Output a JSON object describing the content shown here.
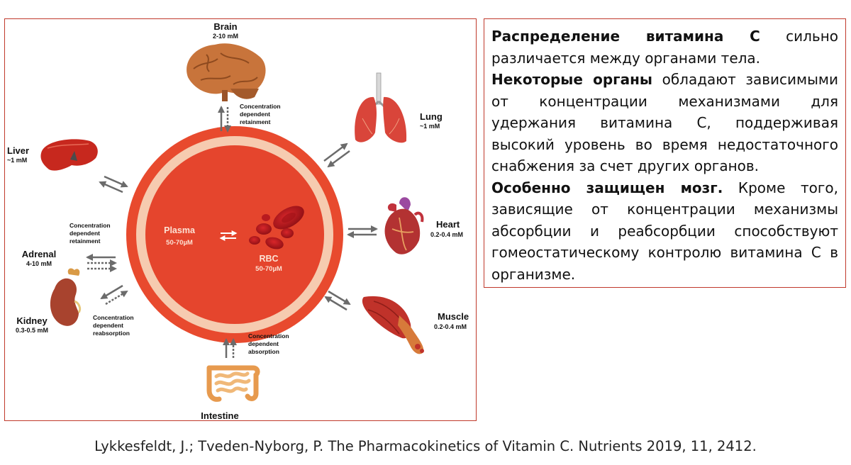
{
  "figure": {
    "labels": {
      "brain": {
        "name": "Brain",
        "conc": "2-10 mM"
      },
      "lung": {
        "name": "Lung",
        "conc": "~1 mM"
      },
      "liver": {
        "name": "Liver",
        "conc": "~1 mM"
      },
      "heart": {
        "name": "Heart",
        "conc": "0.2-0.4 mM"
      },
      "adrenal": {
        "name": "Adrenal",
        "conc": "4-10 mM"
      },
      "kidney": {
        "name": "Kidney",
        "conc": "0.3-0.5 mM"
      },
      "muscle": {
        "name": "Muscle",
        "conc": "0.2-0.4 mM"
      },
      "intestine": {
        "name": "Intestine"
      }
    },
    "plasma": {
      "name": "Plasma",
      "conc": "50-70µM"
    },
    "rbc": {
      "name": "RBC",
      "conc": "50-70µM"
    },
    "annotations": {
      "brain": [
        "Concentration",
        "dependent",
        "retainment"
      ],
      "adrenal": [
        "Concentration",
        "dependent",
        "retainment"
      ],
      "kidney": [
        "Concentration",
        "dependent",
        "reabsorption"
      ],
      "intestine": [
        "Concentration",
        "dependent",
        "absorption"
      ]
    },
    "colors": {
      "outer_ring": "#e84a2e",
      "inner_ring": "#f6cbb0",
      "core": "#e5452d",
      "arrow": "#6b6b6b"
    }
  },
  "textbox": {
    "p1_bold": "Распределение витамина С",
    "p1_rest": " сильно различается между органами тела.",
    "p2_bold": "Некоторые органы",
    "p2_rest": " обладают зависимыми от концентрации механизмами для удержания витамина С, поддерживая высокий уровень во время недостаточного снабжения за счет других органов.",
    "p3_bold": "Особенно защищен мозг.",
    "p3_rest": " Кроме того, зависящие от концентрации механизмы абсорбции и реабсорбции способствуют гомеостатическому контролю витамина С в организме."
  },
  "citation": "Lykkesfeldt, J.; Tveden-Nyborg, P. The Pharmacokinetics of Vitamin C. Nutrients 2019, 11, 2412."
}
